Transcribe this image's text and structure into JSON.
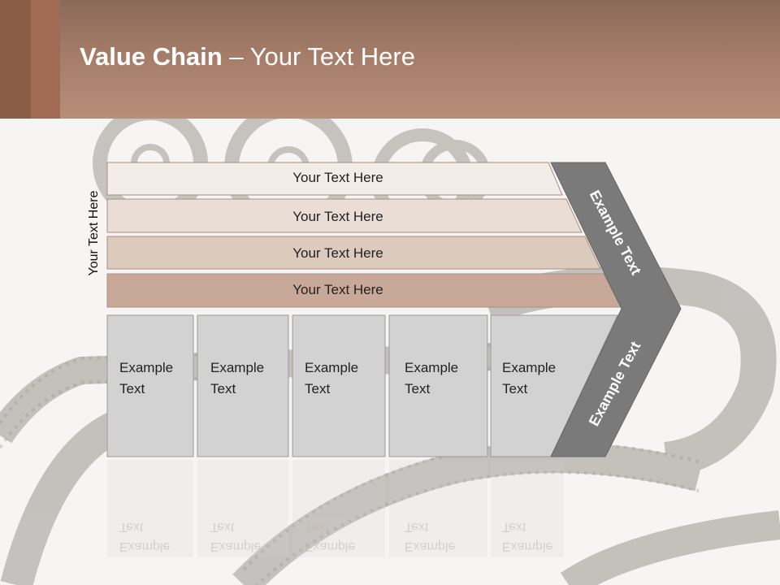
{
  "title": {
    "bold": "Value Chain",
    "rest": " – Your Text Here"
  },
  "side_label": "Your Text Here",
  "bars": [
    {
      "label": "Your Text Here",
      "color": "#f4ece8"
    },
    {
      "label": "Your Text Here",
      "color": "#e9ddd5"
    },
    {
      "label": "Your Text Here",
      "color": "#dccabd"
    },
    {
      "label": "Your Text Here",
      "color": "#c8a898"
    }
  ],
  "boxes": [
    {
      "line1": "Example",
      "line2": "Text"
    },
    {
      "line1": "Example",
      "line2": "Text"
    },
    {
      "line1": "Example",
      "line2": "Text"
    },
    {
      "line1": "Example",
      "line2": "Text"
    },
    {
      "line1": "Example",
      "line2": "Text"
    }
  ],
  "arrow_upper_label": "Example Text",
  "arrow_lower_label": "Example Text",
  "colors": {
    "header": "#a47c68",
    "arrow": "#7a7a7a",
    "box": "#d2d2d2"
  }
}
